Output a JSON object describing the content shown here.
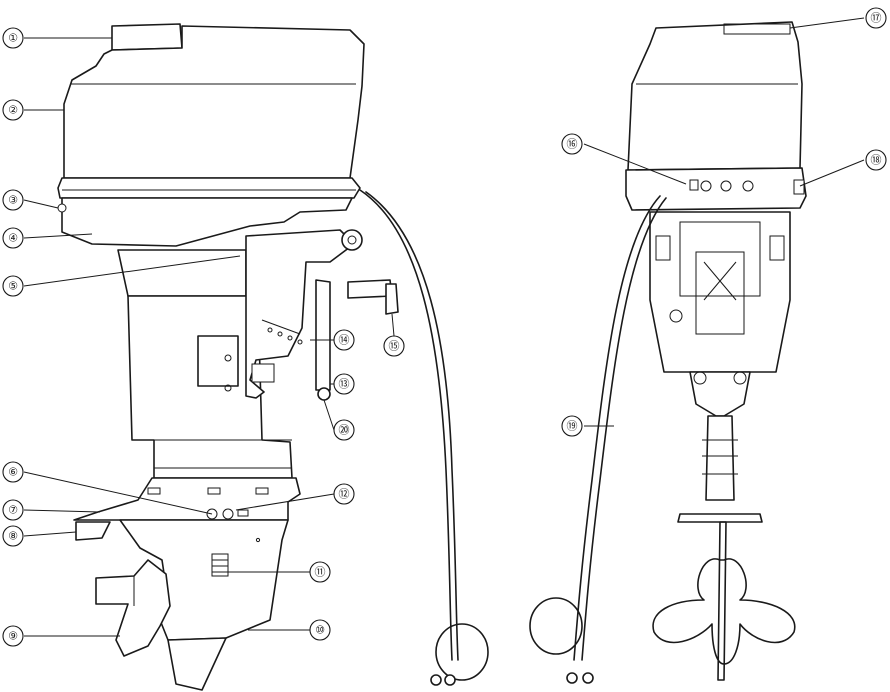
{
  "callouts": [
    {
      "id": 1,
      "label": "①"
    },
    {
      "id": 2,
      "label": "②"
    },
    {
      "id": 3,
      "label": "③"
    },
    {
      "id": 4,
      "label": "④"
    },
    {
      "id": 5,
      "label": "⑤"
    },
    {
      "id": 6,
      "label": "⑥"
    },
    {
      "id": 7,
      "label": "⑦"
    },
    {
      "id": 8,
      "label": "⑧"
    },
    {
      "id": 9,
      "label": "⑨"
    },
    {
      "id": 10,
      "label": "⑩"
    },
    {
      "id": 11,
      "label": "⑪"
    },
    {
      "id": 12,
      "label": "⑫"
    },
    {
      "id": 13,
      "label": "⑬"
    },
    {
      "id": 14,
      "label": "⑭"
    },
    {
      "id": 15,
      "label": "⑮"
    },
    {
      "id": 16,
      "label": "⑯"
    },
    {
      "id": 17,
      "label": "⑰"
    },
    {
      "id": 18,
      "label": "⑱"
    },
    {
      "id": 19,
      "label": "⑲"
    },
    {
      "id": 20,
      "label": "⑳"
    }
  ]
}
